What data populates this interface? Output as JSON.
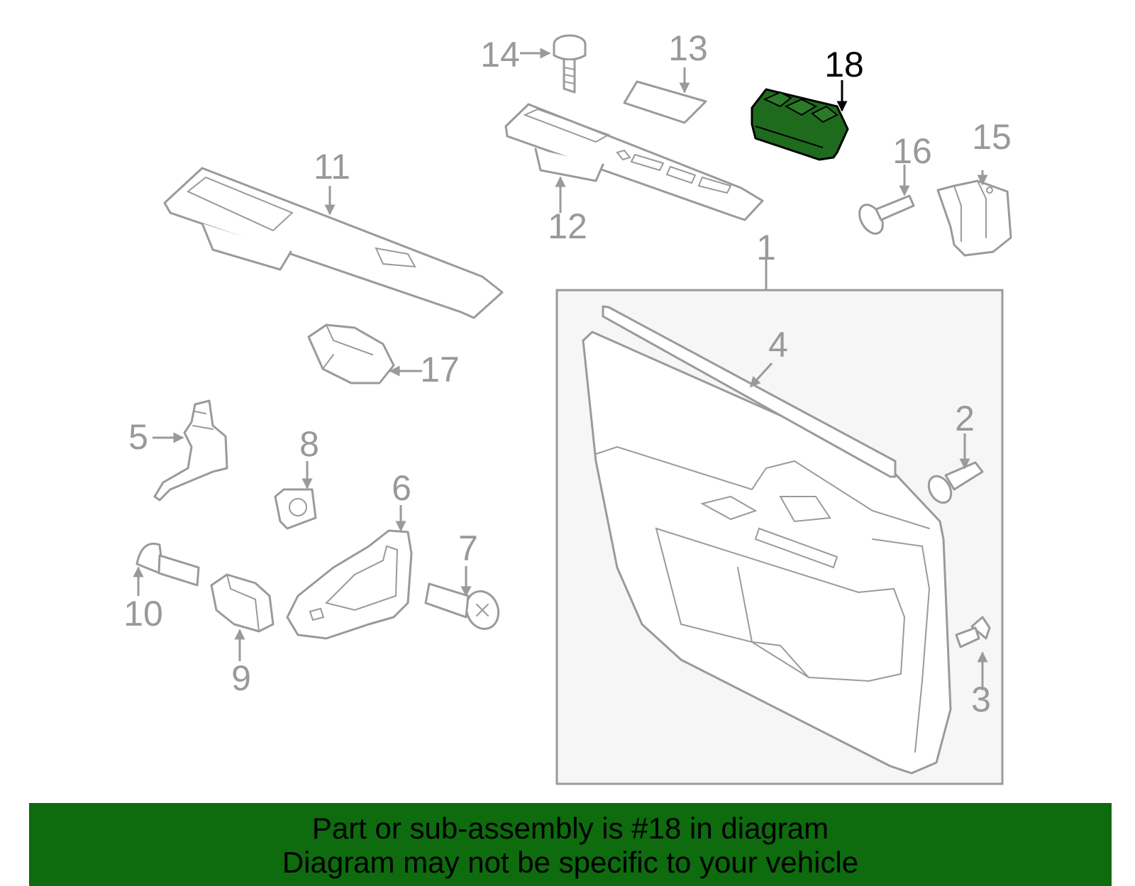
{
  "callouts": {
    "c1": "1",
    "c2": "2",
    "c3": "3",
    "c4": "4",
    "c5": "5",
    "c6": "6",
    "c7": "7",
    "c8": "8",
    "c9": "9",
    "c10": "10",
    "c11": "11",
    "c12": "12",
    "c13": "13",
    "c14": "14",
    "c15": "15",
    "c16": "16",
    "c17": "17",
    "c18": "18"
  },
  "highlight": {
    "part": "18",
    "color": "#1e6b1e",
    "label_color": "#000000"
  },
  "colors": {
    "line": "#9a9a9a",
    "panel_fill": "#f6f6f6",
    "banner": "#0e6b0e"
  },
  "banner": {
    "line1": "Part or sub-assembly is #18 in diagram",
    "line2": "Diagram may not be specific to your vehicle"
  }
}
